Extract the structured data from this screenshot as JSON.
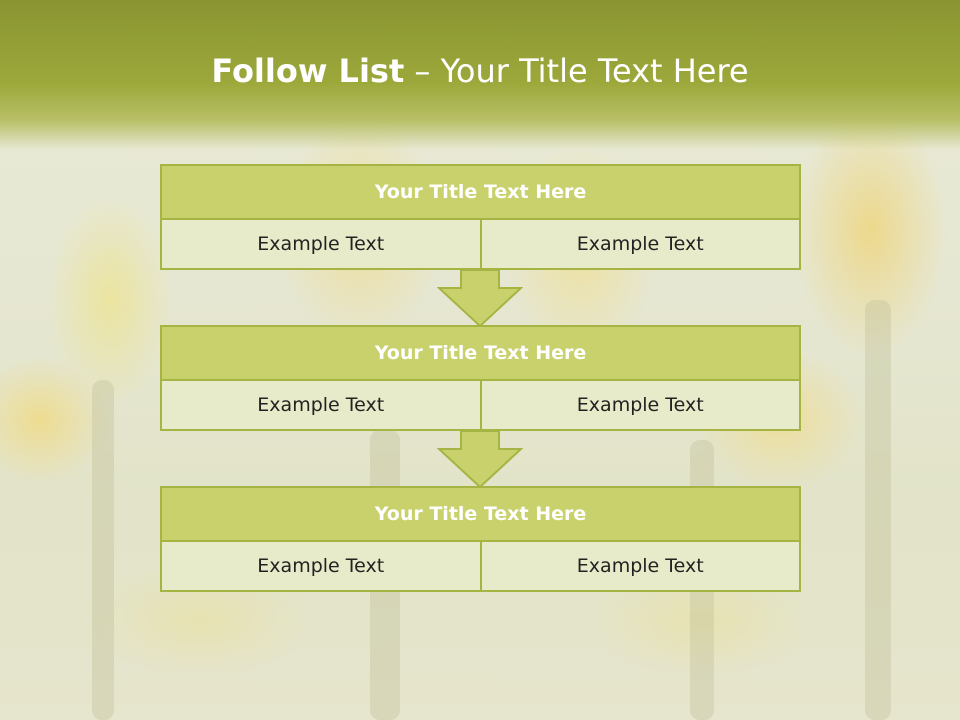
{
  "slide": {
    "title_bold": "Follow List",
    "title_rest": "– Your Title Text Here"
  },
  "blocks": [
    {
      "title": "Your Title Text Here",
      "left_text": "Example Text",
      "right_text": "Example Text"
    },
    {
      "title": "Your Title Text Here",
      "left_text": "Example Text",
      "right_text": "Example Text"
    },
    {
      "title": "Your Title Text Here",
      "left_text": "Example Text",
      "right_text": "Example Text"
    }
  ],
  "colors": {
    "header": "#9ca83a",
    "block_title_fill": "#c9d16d",
    "cell_fill": "#e7ebc9",
    "border": "#a6b443",
    "arrow_fill": "#c9d16d"
  },
  "icons": {
    "connector": "down-arrow-icon"
  }
}
